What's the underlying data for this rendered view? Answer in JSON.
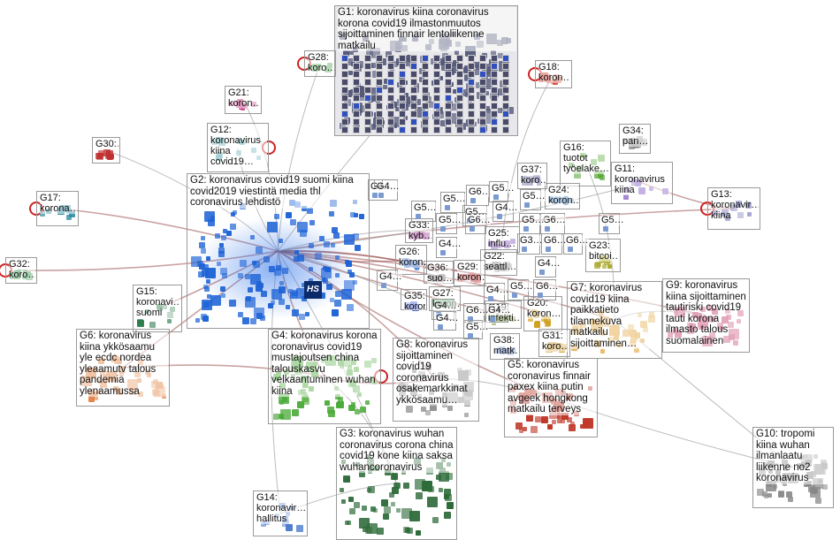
{
  "graph": {
    "groups": [
      {
        "id": "G1",
        "label": "G1: koronavirus kiina coronavirus korona covid19 ilmastonmuutos sijoittaminen finnair lentoliikenne matkailu",
        "color": "#555a7a"
      },
      {
        "id": "G2",
        "label": "G2: koronavirus covid19 suomi kiina covid2019 viestintä media thl coronavirus lehdistö",
        "color": "#1e63d6"
      },
      {
        "id": "G3",
        "label": "G3: koronavirus wuhan coronavirus corona china covid19 kone kiina saksa wuhancoronavirus",
        "color": "#2e6b3a"
      },
      {
        "id": "G4",
        "label": "G4: koronavirus korona coronavirus covid19 mustajoutsen china talouskasvu velkaantuminen wuhan kiina",
        "color": "#4caa3a"
      },
      {
        "id": "G5",
        "label": "G5: koronavirus coronavirus finnair paxex kiina putin avgeek hongkong matkailu terveys",
        "color": "#c0392b"
      },
      {
        "id": "G6",
        "label": "G6: koronavirus kiina ykkösaamu yle ecdc nordea yleaamutv talous pandemia ylenaamussa",
        "color": "#e07b39"
      },
      {
        "id": "G7",
        "label": "G7: koronavirus covid19 kiina paikkatieto tilannekuva matkailu sijoittaminen…",
        "color": "#e0a030"
      },
      {
        "id": "G8",
        "label": "G8: koronavirus sijoittaminen covid19 coronavirus osakemarkkinat ykkösaamu…",
        "color": "#8a8a8a"
      },
      {
        "id": "G9",
        "label": "G9: koronavirus kiina sijoittaminen tautiriski covid19 tauti korona ilmasto talous suomalainen",
        "color": "#c03060"
      },
      {
        "id": "G10",
        "label": "G10: tropomi kiina wuhan ilmanlaatu liikenne no2 koronavirus",
        "color": "#888888"
      },
      {
        "id": "G11",
        "label": "G11: koronavirus kiina",
        "color": "#7a55c0"
      },
      {
        "id": "G12",
        "label": "G12: koronavirus kiina covid19…",
        "color": "#3a9aa0"
      },
      {
        "id": "G13",
        "label": "G13: koronavir… kiina",
        "color": "#333399"
      },
      {
        "id": "G14",
        "label": "G14: koronavir… hallitus",
        "color": "#4a7ad0"
      },
      {
        "id": "G15",
        "label": "G15: koronavi… suomi",
        "color": "#2a7a4a"
      },
      {
        "id": "G16",
        "label": "G16: tuotot työelake…",
        "color": "#5aaa3a"
      },
      {
        "id": "G17",
        "label": "G17: korona…",
        "color": "#2a8aa0"
      },
      {
        "id": "G18",
        "label": "G18: koron…",
        "color": "#d03020"
      },
      {
        "id": "G19",
        "label": "G19: infekti…",
        "color": "#7aa040"
      },
      {
        "id": "G20",
        "label": "G20: koron…",
        "color": "#d0a020"
      },
      {
        "id": "G21",
        "label": "G21: koron…",
        "color": "#c02070"
      },
      {
        "id": "G22",
        "label": "G22: seattl…",
        "color": "#888888"
      },
      {
        "id": "G23",
        "label": "G23: bitcoi…",
        "color": "#aaaa30"
      },
      {
        "id": "G24",
        "label": "G24: koron…",
        "color": "#3a80c0"
      },
      {
        "id": "G25",
        "label": "G25: influ…",
        "color": "#8a5ac0"
      },
      {
        "id": "G26",
        "label": "G26: koron…",
        "color": "#3a70d0"
      },
      {
        "id": "G27",
        "label": "G27: koron…",
        "color": "#3aa050"
      },
      {
        "id": "G28",
        "label": "G28: koro…",
        "color": "#5aaa5a"
      },
      {
        "id": "G29",
        "label": "G29: koron…",
        "color": "#c03030"
      },
      {
        "id": "G30",
        "label": "G30:…",
        "color": "#c03030"
      },
      {
        "id": "G31",
        "label": "G31: koro…",
        "color": "#d0a030"
      },
      {
        "id": "G32",
        "label": "G32: koro…",
        "color": "#3a9a50"
      },
      {
        "id": "G33",
        "label": "G33: kyb…",
        "color": "#a03090"
      },
      {
        "id": "G34",
        "label": "G34: pan…",
        "color": "#888888"
      },
      {
        "id": "G35",
        "label": "G35: koron…",
        "color": "#3a5ad0"
      },
      {
        "id": "G36",
        "label": "G36: suo…",
        "color": "#7a7a7a"
      },
      {
        "id": "G37",
        "label": "G37: koro…",
        "color": "#5a5a9a"
      },
      {
        "id": "G38",
        "label": "G38: matk…",
        "color": "#5a7ac0"
      }
    ],
    "small_groups": [
      {
        "id": "G4a",
        "label": "G4…"
      },
      {
        "id": "G5a",
        "label": "G5…"
      },
      {
        "id": "G6a",
        "label": "G6…"
      },
      {
        "id": "G5b",
        "label": "G5…"
      },
      {
        "id": "G5c",
        "label": "G5…"
      },
      {
        "id": "G5d",
        "label": "G5…"
      },
      {
        "id": "G5e",
        "label": "G5…"
      },
      {
        "id": "G4b",
        "label": "G4…"
      },
      {
        "id": "G6b",
        "label": "G6…"
      },
      {
        "id": "G5f",
        "label": "G5…"
      },
      {
        "id": "G5g",
        "label": "G5…"
      },
      {
        "id": "G6c",
        "label": "G6…"
      },
      {
        "id": "G4c",
        "label": "G4…"
      },
      {
        "id": "G5h",
        "label": "G5…"
      },
      {
        "id": "G3a",
        "label": "G3…"
      },
      {
        "id": "G6d",
        "label": "G6…"
      },
      {
        "id": "G6e",
        "label": "G6…"
      },
      {
        "id": "G4d",
        "label": "G4…"
      },
      {
        "id": "G4e",
        "label": "G4…"
      },
      {
        "id": "G4f",
        "label": "G4…"
      },
      {
        "id": "G5i",
        "label": "G5…"
      },
      {
        "id": "G6f",
        "label": "G6…"
      },
      {
        "id": "G4g",
        "label": "G4…"
      },
      {
        "id": "G6g",
        "label": "G6…"
      },
      {
        "id": "G4h",
        "label": "G4…"
      },
      {
        "id": "G5j",
        "label": "G5…"
      },
      {
        "id": "G4i",
        "label": "G4…"
      },
      {
        "id": "G4j",
        "label": "G4…"
      }
    ],
    "logo_text": "HS",
    "colors": {
      "edge": "#a0a0a0",
      "edge_dark": "#8a3030",
      "frame": "#9a9a9a"
    }
  }
}
